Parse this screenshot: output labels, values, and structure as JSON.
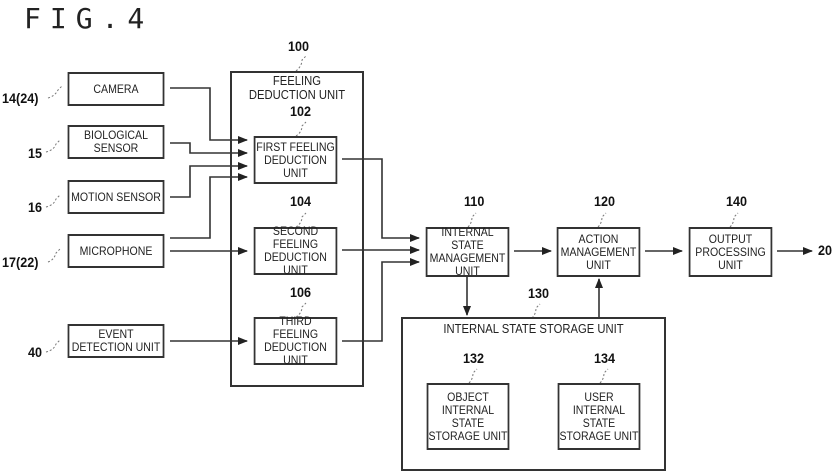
{
  "figure_title": "FIG.4",
  "inputs": [
    {
      "id": "camera",
      "label": "CAMERA",
      "ref": "14(24)"
    },
    {
      "id": "biological-sensor",
      "label": "BIOLOGICAL\nSENSOR",
      "ref": "15"
    },
    {
      "id": "motion-sensor",
      "label": "MOTION SENSOR",
      "ref": "16"
    },
    {
      "id": "microphone",
      "label": "MICROPHONE",
      "ref": "17(22)"
    },
    {
      "id": "event-detection-unit",
      "label": "EVENT\nDETECTION UNIT",
      "ref": "40"
    }
  ],
  "feeling_deduction_unit": {
    "label": "FEELING\nDEDUCTION UNIT",
    "ref": "100",
    "children": [
      {
        "id": "first",
        "label": "FIRST FEELING\nDEDUCTION\nUNIT",
        "ref": "102"
      },
      {
        "id": "second",
        "label": "SECOND FEELING\nDEDUCTION\nUNIT",
        "ref": "104"
      },
      {
        "id": "third",
        "label": "THIRD FEELING\nDEDUCTION\nUNIT",
        "ref": "106"
      }
    ]
  },
  "internal_state_management": {
    "label": "INTERNAL STATE\nMANAGEMENT\nUNIT",
    "ref": "110"
  },
  "action_management": {
    "label": "ACTION\nMANAGEMENT\nUNIT",
    "ref": "120"
  },
  "output_processing": {
    "label": "OUTPUT\nPROCESSING\nUNIT",
    "ref": "140"
  },
  "output_target_ref": "20",
  "internal_state_storage": {
    "label": "INTERNAL STATE STORAGE UNIT",
    "ref": "130",
    "children": [
      {
        "id": "object",
        "label": "OBJECT\nINTERNAL\nSTATE\nSTORAGE UNIT",
        "ref": "132"
      },
      {
        "id": "user",
        "label": "USER\nINTERNAL\nSTATE\nSTORAGE UNIT",
        "ref": "134"
      }
    ]
  }
}
